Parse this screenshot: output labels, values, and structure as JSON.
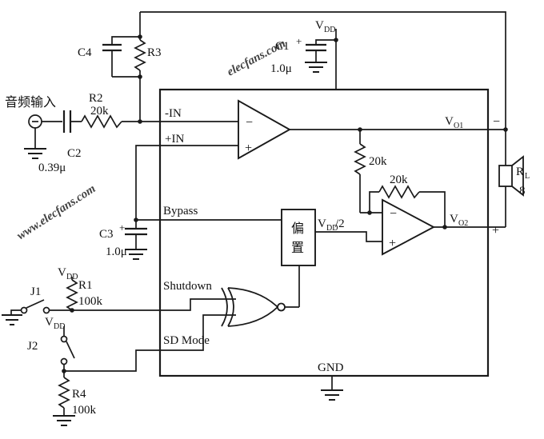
{
  "watermark": {
    "primary": "www.elecfans.com",
    "secondary": "elecfans.com",
    "color": "#e03c3c"
  },
  "supply": {
    "v": "V",
    "sub": "DD"
  },
  "input": {
    "label": "音频输入",
    "c2": "C2",
    "c2_value": "0.39μ",
    "r2": "R2",
    "r2_value": "20k"
  },
  "feedback": {
    "c4": "C4",
    "r3": "R3"
  },
  "decoupling": {
    "c1": "C1",
    "c1_plus": "+",
    "c1_value": "1.0μ"
  },
  "bypass": {
    "pin": "Bypass",
    "c3": "C3",
    "c3_plus": "+",
    "c3_value": "1.0μ"
  },
  "bias": {
    "char1": "偏",
    "char2": "置",
    "half": "/2"
  },
  "ic": {
    "in_neg": "-IN",
    "in_pos": "+IN",
    "shutdown": "Shutdown",
    "sd_mode": "SD Mode",
    "gnd": "GND",
    "minus": "−",
    "plus": "+",
    "r_internal_1": "20k",
    "r_internal_2": "20k"
  },
  "control": {
    "j1": "J1",
    "j2": "J2",
    "r1": "R1",
    "r1_value": "100k",
    "r4": "R4",
    "r4_value": "100k"
  },
  "output": {
    "vo1_v": "V",
    "vo1_sub": "O1",
    "vo1_pol": "−",
    "vo2_v": "V",
    "vo2_sub": "O2",
    "vo2_pol": "+",
    "rl_r": "R",
    "rl_sub": "L",
    "rl_value": "8"
  }
}
